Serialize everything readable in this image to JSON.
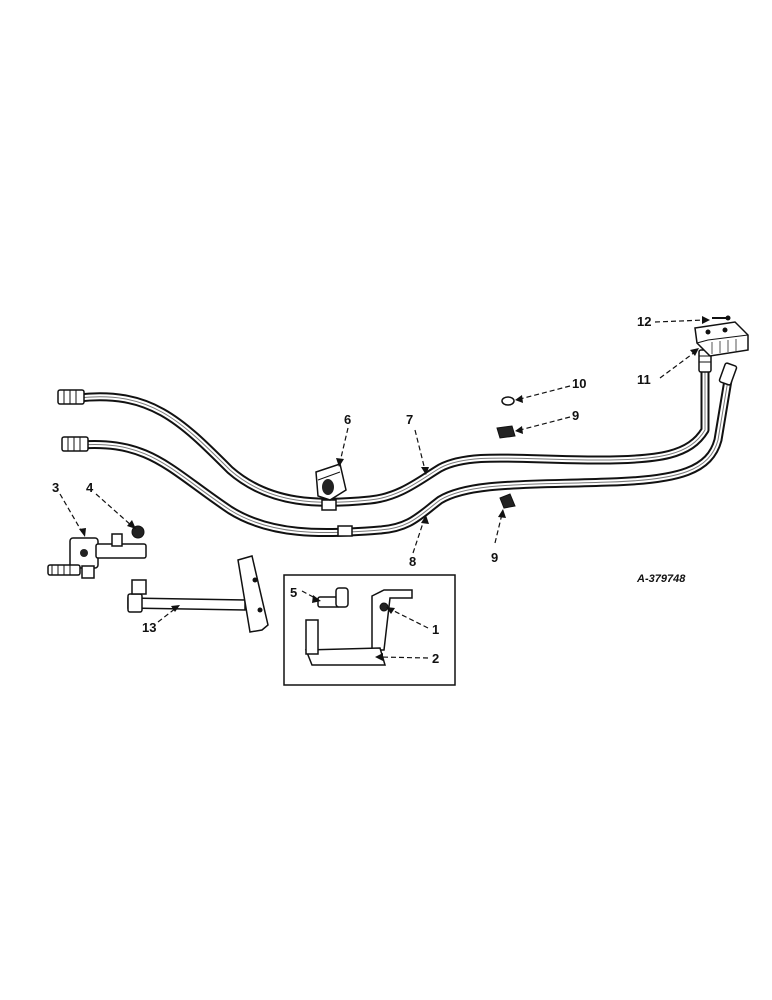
{
  "figure": {
    "reference_code": "A-379748"
  },
  "callouts": {
    "c1": "1",
    "c2": "2",
    "c3": "3",
    "c4": "4",
    "c5": "5",
    "c6": "6",
    "c7": "7",
    "c8": "8",
    "c9a": "9",
    "c9b": "9",
    "c10": "10",
    "c11": "11",
    "c12": "12",
    "c13": "13"
  }
}
